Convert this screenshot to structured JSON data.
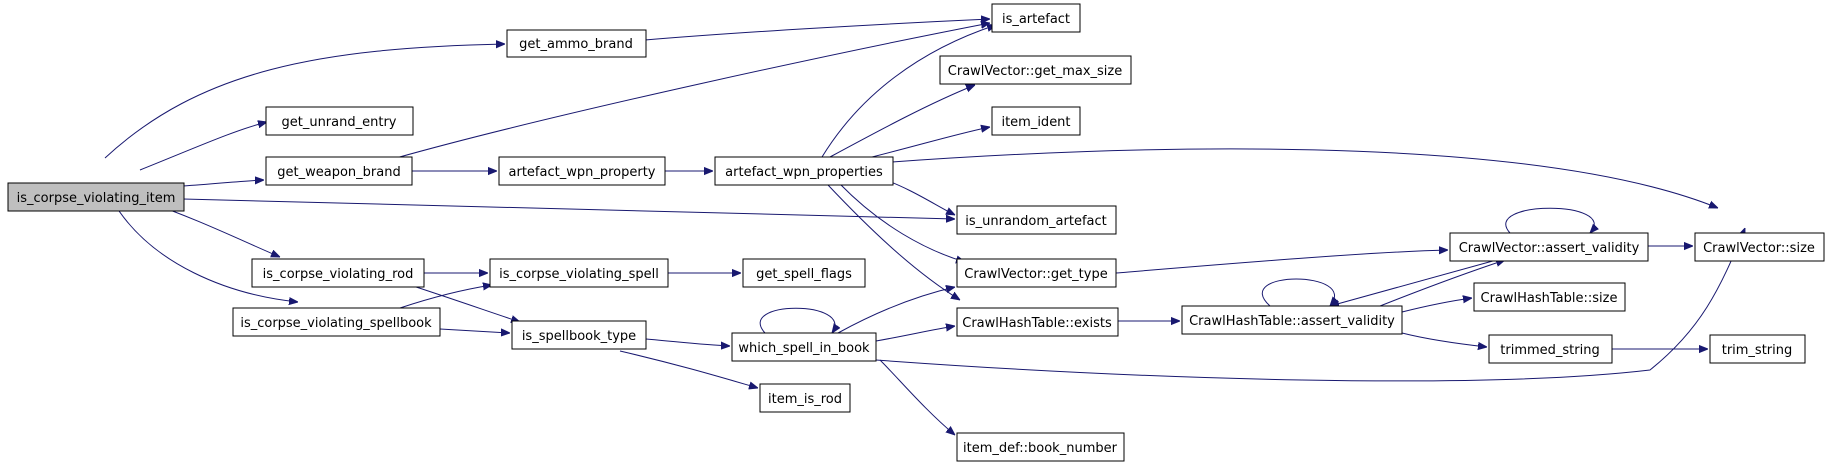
{
  "diagram": {
    "colors": {
      "edge": "#191970",
      "root_fill": "#bfbfbf",
      "node_fill": "#ffffff",
      "border": "#000000"
    },
    "nodes": {
      "is_corpse_violating_item": "is_corpse_violating_item",
      "get_ammo_brand": "get_ammo_brand",
      "is_artefact": "is_artefact",
      "get_unrand_entry": "get_unrand_entry",
      "get_weapon_brand": "get_weapon_brand",
      "artefact_wpn_property": "artefact_wpn_property",
      "artefact_wpn_properties": "artefact_wpn_properties",
      "crawlvector_get_max_size": "CrawlVector::get_max_size",
      "item_ident": "item_ident",
      "is_unrandom_artefact": "is_unrandom_artefact",
      "is_corpse_violating_rod": "is_corpse_violating_rod",
      "is_corpse_violating_spell": "is_corpse_violating_spell",
      "get_spell_flags": "get_spell_flags",
      "is_corpse_violating_spellbook": "is_corpse_violating_spellbook",
      "is_spellbook_type": "is_spellbook_type",
      "which_spell_in_book": "which_spell_in_book",
      "crawlvector_get_type": "CrawlVector::get_type",
      "crawlhashtable_exists": "CrawlHashTable::exists",
      "crawlvector_assert_validity": "CrawlVector::assert_validity",
      "crawlvector_size": "CrawlVector::size",
      "crawlhashtable_assert_validity": "CrawlHashTable::assert_validity",
      "crawlhashtable_size": "CrawlHashTable::size",
      "trimmed_string": "trimmed_string",
      "trim_string": "trim_string",
      "item_is_rod": "item_is_rod",
      "item_def_book_number": "item_def::book_number"
    }
  }
}
